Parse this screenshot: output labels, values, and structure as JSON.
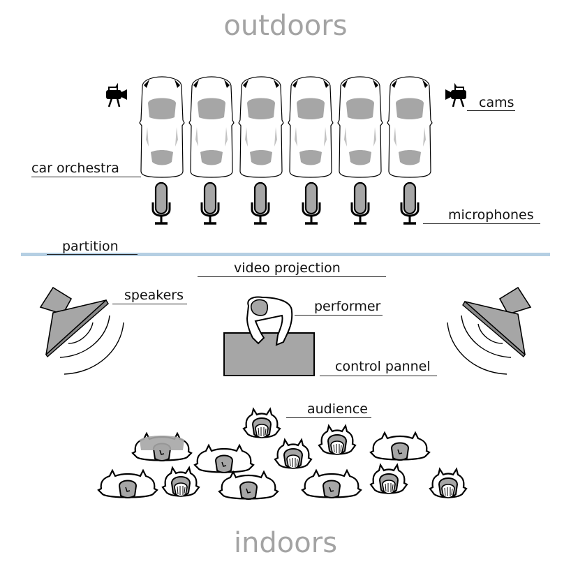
{
  "zones": {
    "top": "outdoors",
    "bottom": "indoors"
  },
  "labels": {
    "cams": "cams",
    "car_orchestra": "car orchestra",
    "microphones": "microphones",
    "partition": "partition",
    "video_projection": "video projection",
    "speakers": "speakers",
    "performer": "performer",
    "control_panel": "control pannel",
    "audience": "audience"
  },
  "counts": {
    "cars": 6,
    "microphones": 6,
    "cameras": 2,
    "speakers": 2,
    "audience_members": 12
  },
  "colors": {
    "zone_text": "#a3a3a3",
    "partition": "#b5cfe3",
    "fill_gray": "#a6a6a6",
    "stroke": "#000000"
  }
}
